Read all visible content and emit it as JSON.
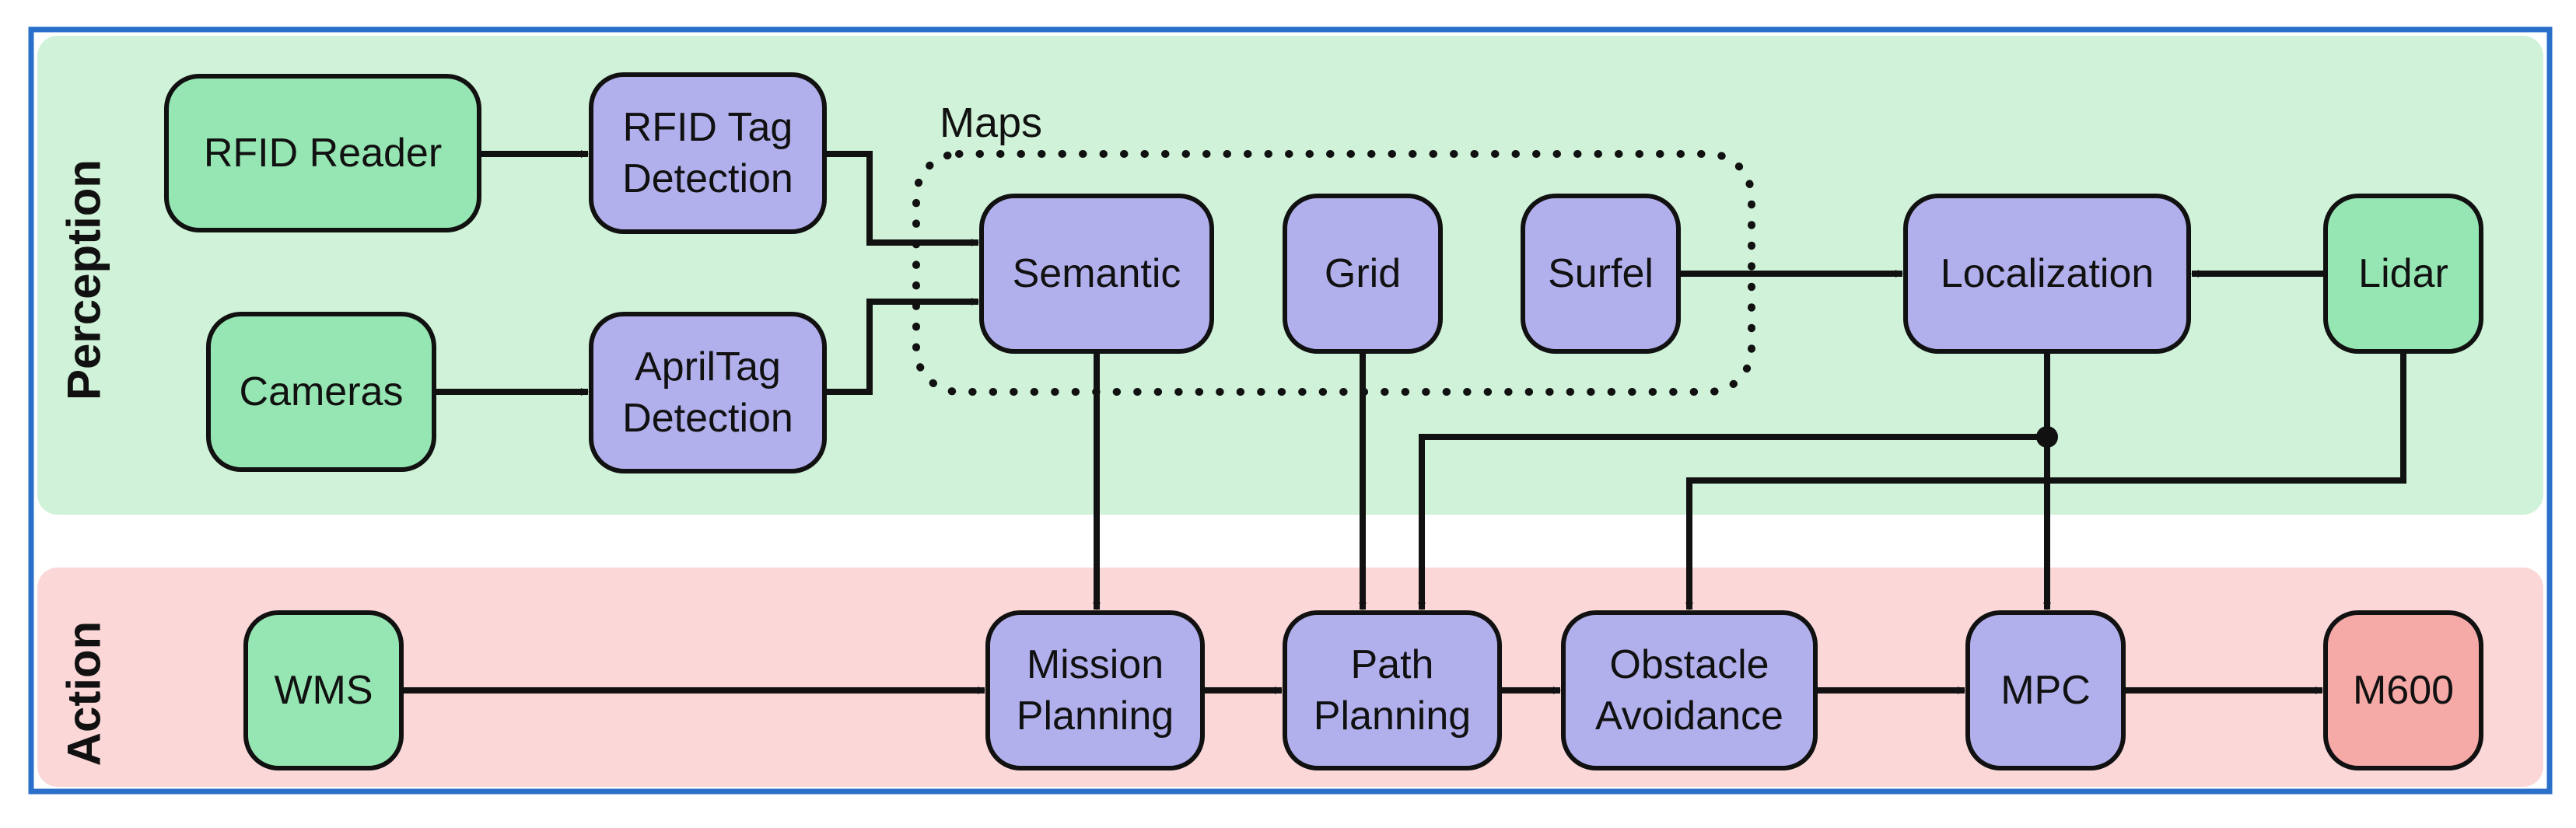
{
  "colors": {
    "frame_border": "#2a6fc9",
    "perception_bg": "#cff2d8",
    "action_bg": "#fbd7d8",
    "sensor_fill": "#96e6b3",
    "process_fill": "#b2b0ec",
    "output_fill": "#f6aaa8",
    "stroke": "#111111"
  },
  "regions": {
    "perception": "Perception",
    "action": "Action"
  },
  "maps_group": {
    "label": "Maps"
  },
  "nodes": [
    {
      "id": "rfid_reader",
      "lines": [
        "RFID Reader"
      ],
      "kind": "sensor"
    },
    {
      "id": "rfid_tag",
      "lines": [
        "RFID Tag",
        "Detection"
      ],
      "kind": "process"
    },
    {
      "id": "cameras",
      "lines": [
        "Cameras"
      ],
      "kind": "sensor"
    },
    {
      "id": "apriltag",
      "lines": [
        "AprilTag",
        "Detection"
      ],
      "kind": "process"
    },
    {
      "id": "semantic",
      "lines": [
        "Semantic"
      ],
      "kind": "process"
    },
    {
      "id": "grid",
      "lines": [
        "Grid"
      ],
      "kind": "process"
    },
    {
      "id": "surfel",
      "lines": [
        "Surfel"
      ],
      "kind": "process"
    },
    {
      "id": "localization",
      "lines": [
        "Localization"
      ],
      "kind": "process"
    },
    {
      "id": "lidar",
      "lines": [
        "Lidar"
      ],
      "kind": "sensor"
    },
    {
      "id": "wms",
      "lines": [
        "WMS"
      ],
      "kind": "sensor"
    },
    {
      "id": "mission",
      "lines": [
        "Mission",
        "Planning"
      ],
      "kind": "process"
    },
    {
      "id": "path",
      "lines": [
        "Path",
        "Planning"
      ],
      "kind": "process"
    },
    {
      "id": "obstacle",
      "lines": [
        "Obstacle",
        "Avoidance"
      ],
      "kind": "process"
    },
    {
      "id": "mpc",
      "lines": [
        "MPC"
      ],
      "kind": "process"
    },
    {
      "id": "m600",
      "lines": [
        "M600"
      ],
      "kind": "output"
    }
  ],
  "edges": [
    {
      "from": "rfid_reader",
      "to": "rfid_tag"
    },
    {
      "from": "cameras",
      "to": "apriltag"
    },
    {
      "from": "rfid_tag",
      "to": "semantic"
    },
    {
      "from": "apriltag",
      "to": "semantic"
    },
    {
      "from": "surfel",
      "to": "localization"
    },
    {
      "from": "lidar",
      "to": "localization"
    },
    {
      "from": "semantic",
      "to": "mission"
    },
    {
      "from": "grid",
      "to": "path"
    },
    {
      "from": "localization",
      "to": "path"
    },
    {
      "from": "localization",
      "to": "mpc"
    },
    {
      "from": "lidar",
      "to": "obstacle"
    },
    {
      "from": "wms",
      "to": "mission"
    },
    {
      "from": "mission",
      "to": "path"
    },
    {
      "from": "path",
      "to": "obstacle"
    },
    {
      "from": "obstacle",
      "to": "mpc"
    },
    {
      "from": "mpc",
      "to": "m600"
    }
  ]
}
